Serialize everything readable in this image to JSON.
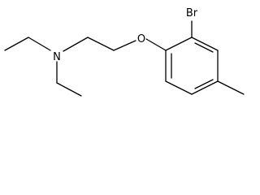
{
  "molecule": {
    "atoms": {
      "nitrogen": "N",
      "oxygen": "O",
      "bromine": "Br"
    },
    "bond_color": "#000000",
    "background": "#ffffff"
  }
}
